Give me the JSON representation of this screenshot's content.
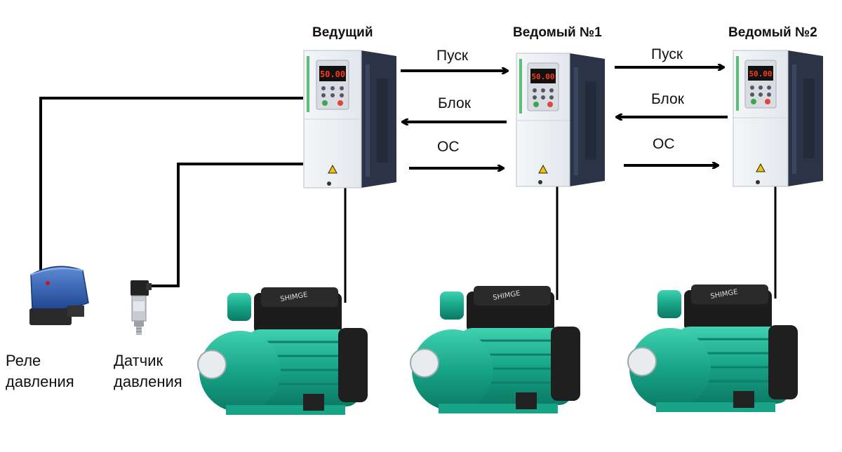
{
  "drives": [
    {
      "title": "Ведущий",
      "display": "50.00"
    },
    {
      "title": "Ведомый №1",
      "display": "50.00"
    },
    {
      "title": "Ведомый №2",
      "display": "50.00"
    }
  ],
  "signals": {
    "start": "Пуск",
    "block": "Блок",
    "feedback": "ОС"
  },
  "sensors": {
    "relay_line1": "Реле",
    "relay_line2": "давления",
    "sensor_line1": "Датчик",
    "sensor_line2": "давления"
  },
  "pumps": [
    {
      "brand": "SHIMGE"
    },
    {
      "brand": "SHIMGE"
    },
    {
      "brand": "SHIMGE"
    }
  ],
  "colors": {
    "pump_green": "#1aa88c",
    "drive_dark": "#2b3446",
    "relay_blue": "#2d5aa8",
    "wire": "#000000",
    "display_red": "#ff3a1a"
  }
}
